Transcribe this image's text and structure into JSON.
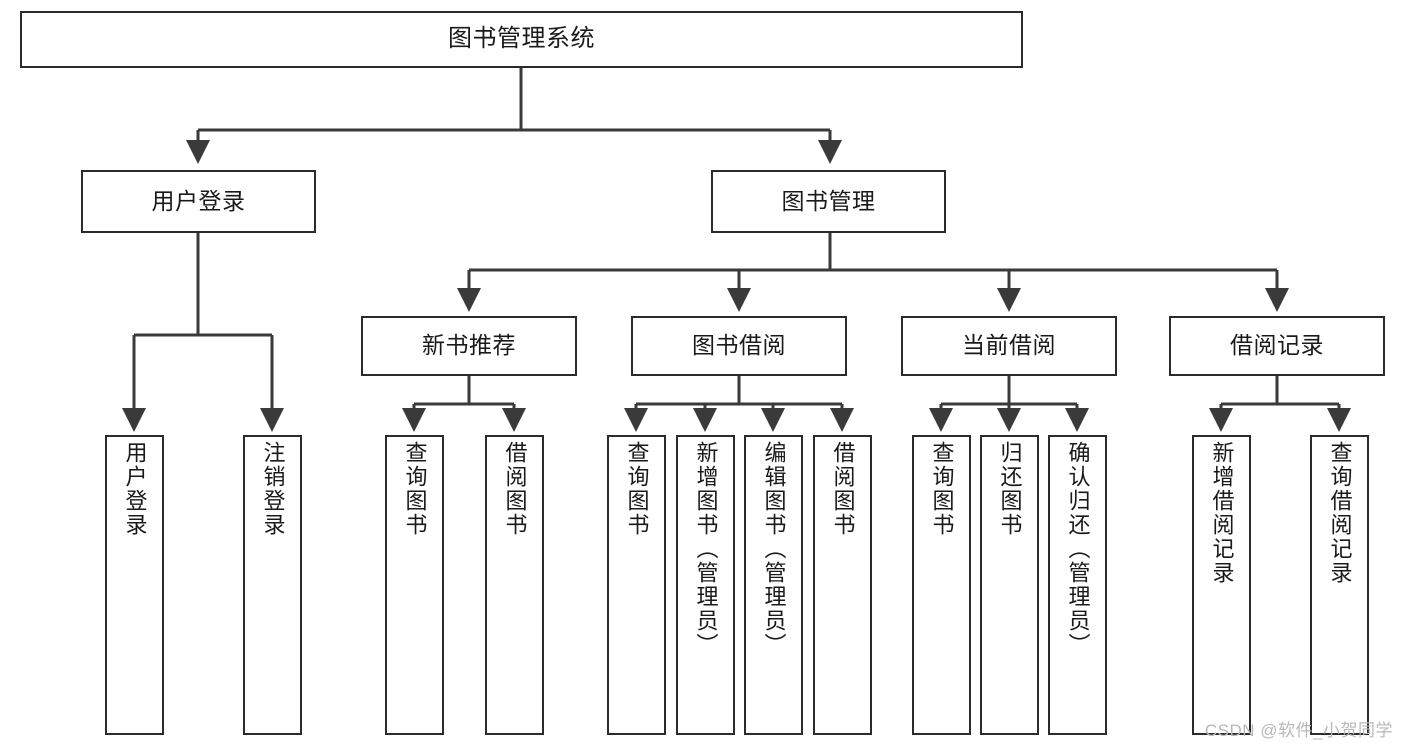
{
  "diagram": {
    "title": "图书管理系统",
    "type": "tree-diagram",
    "root": {
      "label": "图书管理系统"
    },
    "level2": [
      {
        "label": "用户登录"
      },
      {
        "label": "图书管理"
      }
    ],
    "level3": [
      {
        "label": "新书推荐"
      },
      {
        "label": "图书借阅"
      },
      {
        "label": "当前借阅"
      },
      {
        "label": "借阅记录"
      }
    ],
    "leaves": {
      "user_login": [
        {
          "label": "用户登录"
        },
        {
          "label": "注销登录"
        }
      ],
      "new_book": [
        {
          "label": "查询图书"
        },
        {
          "label": "借阅图书"
        }
      ],
      "book_borrow": [
        {
          "label": "查询图书"
        },
        {
          "label": "新增图书（管理员）"
        },
        {
          "label": "编辑图书（管理员）"
        },
        {
          "label": "借阅图书"
        }
      ],
      "current_borrow": [
        {
          "label": "查询图书"
        },
        {
          "label": "归还图书"
        },
        {
          "label": "确认归还（管理员）"
        }
      ],
      "borrow_record": [
        {
          "label": "新增借阅记录"
        },
        {
          "label": "查询借阅记录"
        }
      ]
    }
  },
  "watermark": {
    "text": "CSDN @软件_小贺同学"
  },
  "colors": {
    "box_border": "#2b2b2b",
    "box_fill": "#ffffff",
    "connector": "#3a3a3a",
    "text": "#1a1a1a",
    "watermark": "#b8b8b8"
  }
}
